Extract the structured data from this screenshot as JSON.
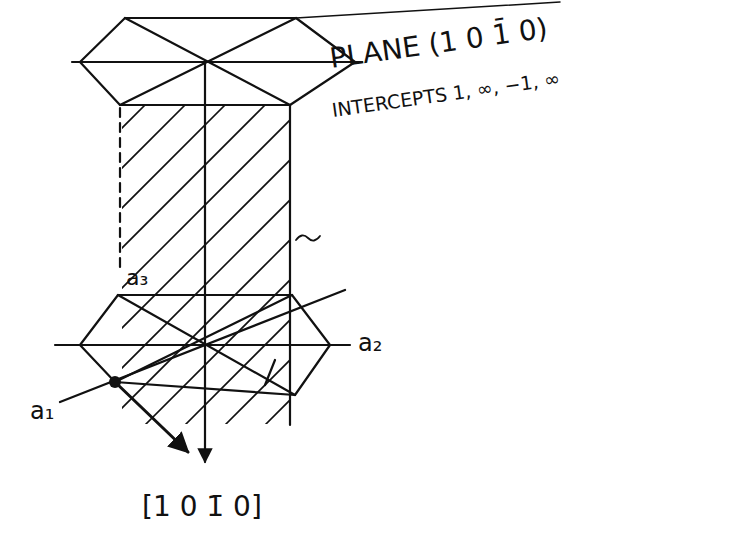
{
  "diagram": {
    "labels": [
      "PLANE (1 0 1̄ 0)",
      "INTERCEPTS 1, ∞, −1, ∞",
      "a₃",
      "a₂",
      "a₁",
      "[1 0 1̄ 0]"
    ]
  }
}
